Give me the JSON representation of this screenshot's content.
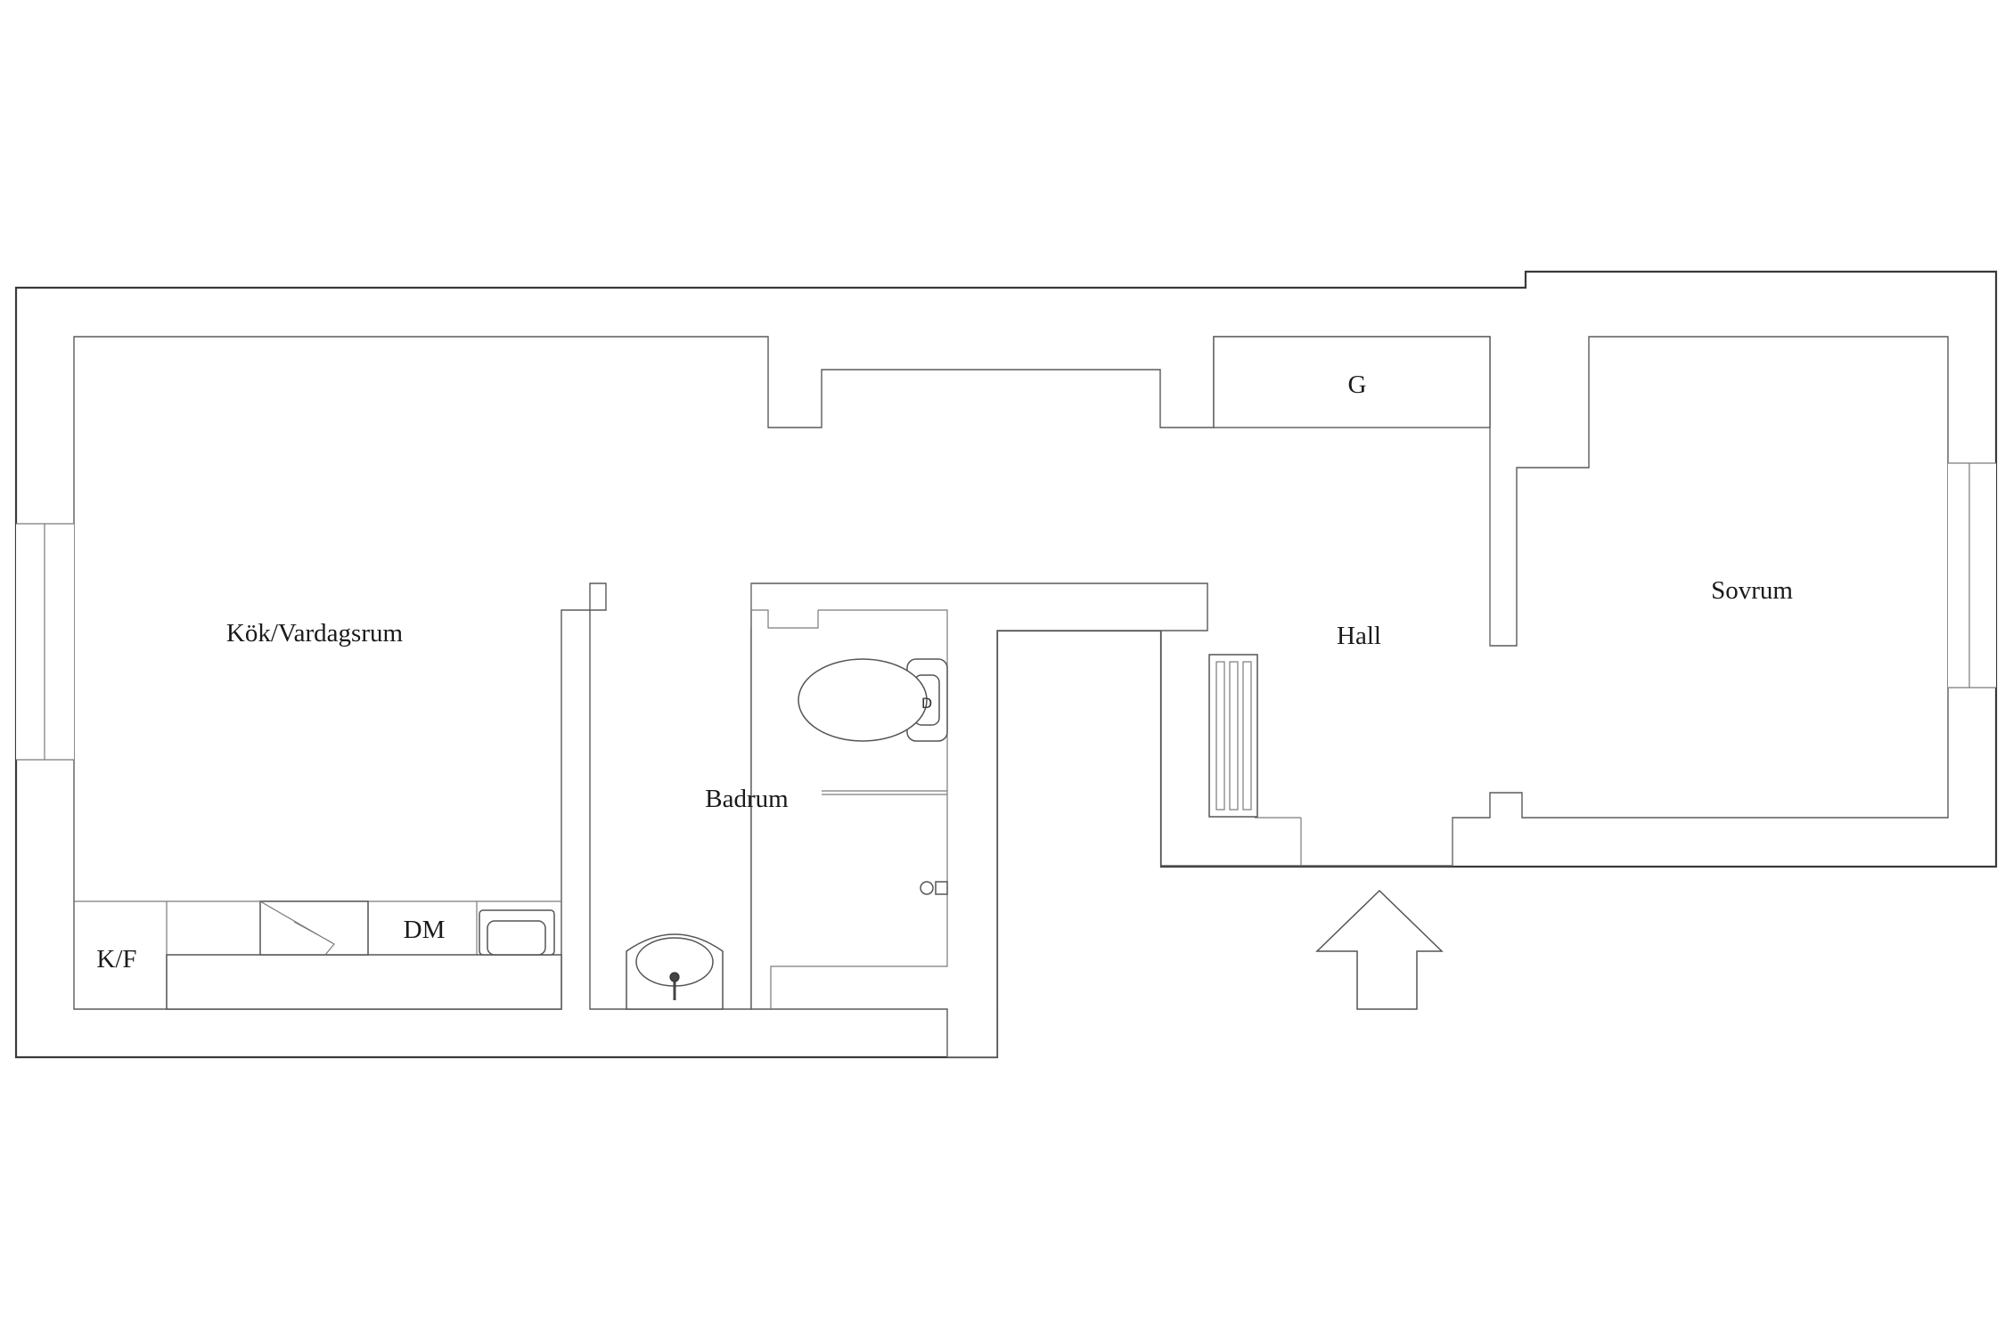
{
  "rooms": {
    "kok_vardagsrum": "Kök/Vardagsrum",
    "badrum": "Badrum",
    "hall": "Hall",
    "sovrum": "Sovrum",
    "garderob": "G",
    "kyl_frys": "K/F",
    "diskmaskin": "DM"
  },
  "icons": {
    "entrance": "entrance-arrow-icon",
    "toilet": "toilet-icon",
    "sink": "sink-icon",
    "stove": "stove-icon",
    "radiator": "radiator-icon"
  }
}
